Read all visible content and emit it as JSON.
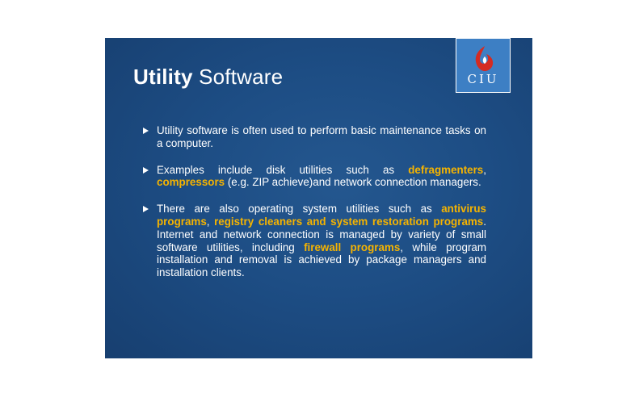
{
  "slide": {
    "title_bold": "Utility",
    "title_rest": " Software",
    "logo_text": "CIU",
    "logo_icon": "flame-logo-icon",
    "highlight_color": "#f6b400",
    "bullets": [
      {
        "t1": "Utility software is often used to perform basic maintenance tasks on a computer."
      },
      {
        "t1": "Examples include disk utilities such as ",
        "h1": "defragmenters",
        "t2": ", ",
        "h2": "compressors",
        "t3": " (e.g. ZIP achieve)and network connection managers."
      },
      {
        "t1": "There are also operating system utilities such as ",
        "h1": "antivirus programs",
        "t2": ", ",
        "h2": "registry cleaners and system restoration programs",
        "t3": ". Internet and network connection is managed by variety of small software utilities, including ",
        "h3": "firewall programs",
        "t4": ", while program installation and removal is achieved by package managers and installation clients."
      }
    ]
  }
}
